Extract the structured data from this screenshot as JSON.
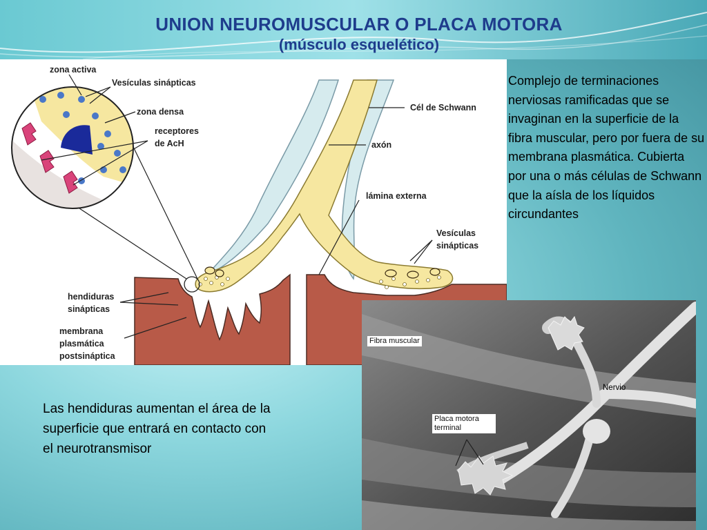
{
  "slide": {
    "title_line1": "UNION NEUROMUSCULAR O PLACA MOTORA",
    "title_line2": "(músculo esquelético)",
    "text_right": "Complejo de terminaciones nerviosas ramificadas que se invaginan en la superficie de la fibra muscular, pero por fuera de su membrana plasmática. Cubierta por una o más células de Schwann que la aísla de los líquidos circundantes",
    "text_left": "Las hendiduras aumentan el área de la superficie que entrará en contacto con el neurotransmisor"
  },
  "diagram": {
    "labels": {
      "zona_activa": "zona activa",
      "vesiculas_sinapticas": "Vesículas sinápticas",
      "zona_densa": "zona densa",
      "receptores_1": "receptores",
      "receptores_2": "de AcH",
      "cel_schwann": "Cél de Schwann",
      "axon": "axón",
      "lamina_externa": "lámina externa",
      "vesiculas2_1": "Vesículas",
      "vesiculas2_2": "sinápticas",
      "hendiduras_1": "hendiduras",
      "hendiduras_2": "sinápticas",
      "membrana_1": "membrana",
      "membrana_2": "plasmática",
      "membrana_3": "postsináptica"
    }
  },
  "micrograph": {
    "label_fibra": "Fibra muscular",
    "label_nervio": "Nervio",
    "label_placa": "Placa motora terminal"
  },
  "colors": {
    "title": "#1e3c8c",
    "muscle": "#b85a48",
    "nerve_yellow": "#f6e7a0",
    "schwann_blue": "#d6ebee",
    "vesicle_blue": "#4a78c8",
    "receptor_pink": "#d9437a",
    "dense_zone": "#1a2a9a"
  }
}
